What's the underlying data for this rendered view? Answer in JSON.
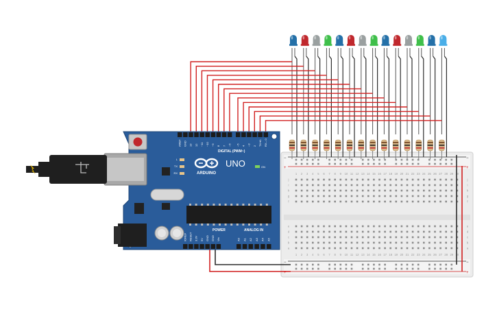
{
  "arduino": {
    "model": "UNO",
    "brand": "ARDUINO",
    "digital_header_label": "DIGITAL (PWM~)",
    "analog_header_label": "ANALOG IN",
    "power_header_label": "POWER",
    "on_label": "ON",
    "led_labels": [
      "L",
      "TX",
      "RX"
    ],
    "digital_pins": [
      "AREF",
      "GND",
      "13",
      "12",
      "~11",
      "~10",
      "~9",
      "8",
      "7",
      "~6",
      "~5",
      "4",
      "~3",
      "2",
      "TX➜1",
      "RX←0"
    ],
    "power_pins": [
      "IOREF",
      "RESET",
      "3.3V",
      "5V",
      "GND",
      "GND",
      "Vin"
    ],
    "analog_pins": [
      "A0",
      "A1",
      "A2",
      "A3",
      "A4",
      "A5"
    ],
    "board_color": "#2a5c9a",
    "usb_icon": "usb-plug-icon",
    "infinity_icon": "arduino-infinity-logo"
  },
  "breadboard": {
    "row_letters_top": [
      "j",
      "i",
      "h",
      "g",
      "f"
    ],
    "row_letters_bottom": [
      "e",
      "d",
      "c",
      "b",
      "a"
    ],
    "column_numbers": [
      "1",
      "2",
      "3",
      "4",
      "5",
      "6",
      "7",
      "8",
      "9",
      "10",
      "11",
      "12",
      "13",
      "14",
      "15",
      "16",
      "17",
      "18",
      "19",
      "20",
      "21",
      "22",
      "23",
      "24",
      "25",
      "26",
      "27",
      "28",
      "29",
      "30"
    ],
    "rail_plus": "+",
    "rail_minus": "−"
  },
  "leds": {
    "colors": [
      "#2470a8",
      "#c0282d",
      "#9aa0a0",
      "#3fbf4a",
      "#2470a8",
      "#c0282d",
      "#9aa0a0",
      "#3fbf4a",
      "#2470a8",
      "#c0282d",
      "#9aa0a0",
      "#3fbf4a",
      "#2470a8",
      "#4aaee8"
    ],
    "count": 14
  },
  "colors": {
    "wire_red": "#d11f1f",
    "wire_black": "#2b2b2b",
    "resistor_body": "#d9b98a",
    "breadboard": "#f2f2f2"
  }
}
